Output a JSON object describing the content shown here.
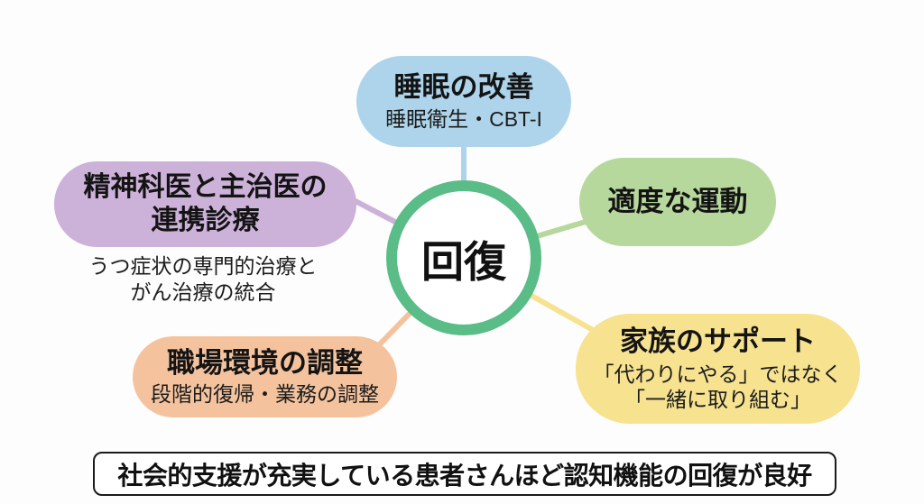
{
  "center": {
    "label": "回復",
    "ring_color": "#5abc86"
  },
  "bubbles": {
    "sleep": {
      "title": "睡眠の改善",
      "subtitle": "睡眠衛生・CBT-I",
      "color": "#add4ea"
    },
    "doctor": {
      "title_line1": "精神科医と主治医の",
      "title_line2": "連携診療",
      "note_line1": "うつ症状の専門的治療と",
      "note_line2": "がん治療の統合",
      "color": "#ccb1d9"
    },
    "exercise": {
      "title": "適度な運動",
      "color": "#b7d89d"
    },
    "family": {
      "title": "家族のサポート",
      "subtitle_line1": "「代わりにやる」ではなく",
      "subtitle_line2": "「一緒に取り組む」",
      "color": "#f6e28f"
    },
    "workplace": {
      "title": "職場環境の調整",
      "subtitle": "段階的復帰・業務の調整",
      "color": "#f4c39e"
    }
  },
  "footer": {
    "text": "社会的支援が充実している患者さんほど認知機能の回復が良好"
  }
}
